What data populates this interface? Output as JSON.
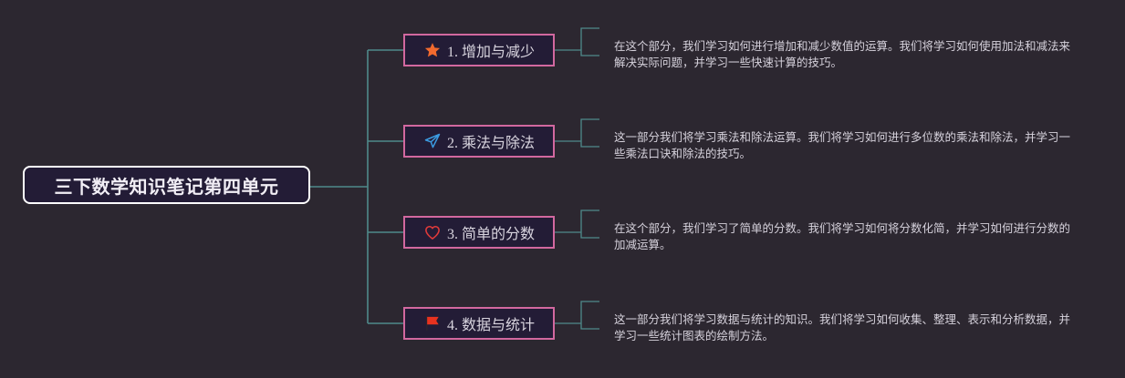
{
  "mindmap": {
    "root": {
      "label": "三下数学知识笔记第四单元"
    },
    "topics": [
      {
        "label": "1. 增加与减少",
        "icon": "star-icon",
        "icon_color": "#f26a2e",
        "description": "在这个部分，我们学习如何进行增加和减少数值的运算。我们将学习如何使用加法和减法来解决实际问题，并学习一些快速计算的技巧。"
      },
      {
        "label": "2. 乘法与除法",
        "icon": "paper-plane-icon",
        "icon_color": "#3b9ae0",
        "description": "这一部分我们将学习乘法和除法运算。我们将学习如何进行多位数的乘法和除法，并学习一些乘法口诀和除法的技巧。"
      },
      {
        "label": "3. 简单的分数",
        "icon": "heart-icon",
        "icon_color": "#e03a3a",
        "description": "在这个部分，我们学习了简单的分数。我们将学习如何将分数化简，并学习如何进行分数的加减运算。"
      },
      {
        "label": "4. 数据与统计",
        "icon": "flag-icon",
        "icon_color": "#e8321f",
        "description": "这一部分我们将学习数据与统计的知识。我们将学习如何收集、整理、表示和分析数据，并学习一些统计图表的绘制方法。"
      }
    ],
    "colors": {
      "background": "#2c2730",
      "connector": "#4f8a8b",
      "topic_border": "#d2689f",
      "root_border": "#ffffff",
      "node_fill": "#231c36"
    }
  }
}
